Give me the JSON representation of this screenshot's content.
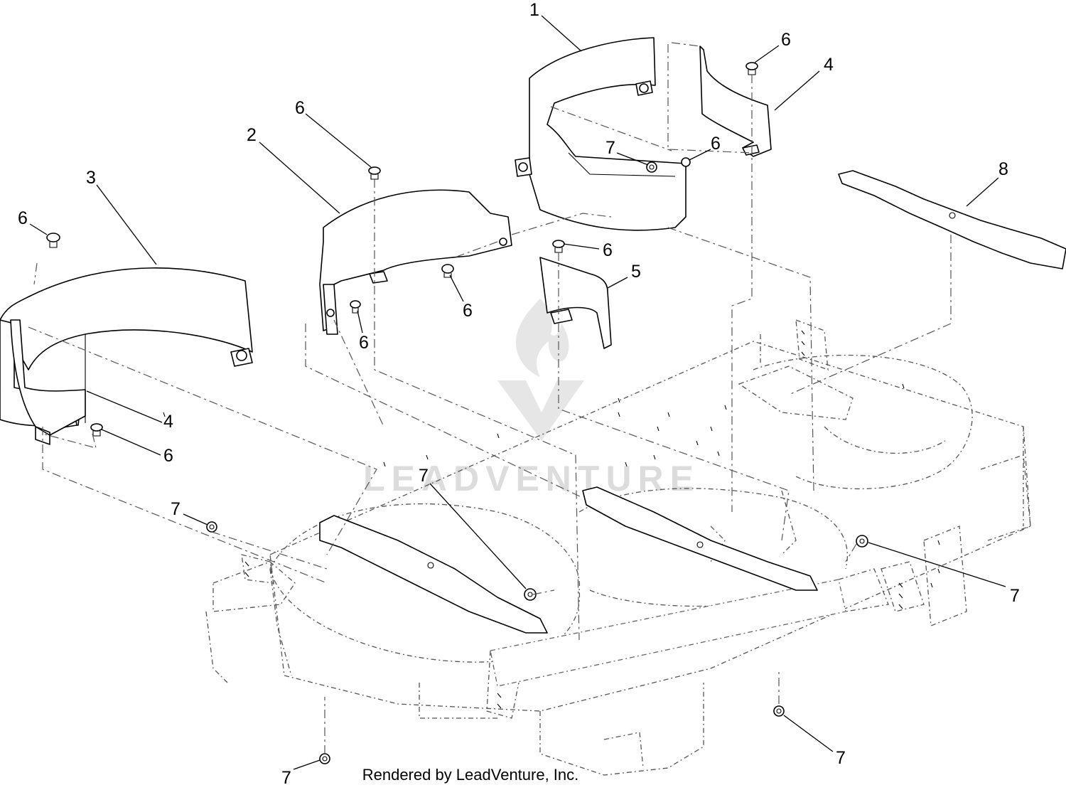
{
  "callouts": [
    {
      "id": "1",
      "label": "1"
    },
    {
      "id": "2",
      "label": "2"
    },
    {
      "id": "3",
      "label": "3"
    },
    {
      "id": "4a",
      "label": "4"
    },
    {
      "id": "4b",
      "label": "4"
    },
    {
      "id": "5",
      "label": "5"
    },
    {
      "id": "6a",
      "label": "6"
    },
    {
      "id": "6b",
      "label": "6"
    },
    {
      "id": "6c",
      "label": "6"
    },
    {
      "id": "6d",
      "label": "6"
    },
    {
      "id": "6e",
      "label": "6"
    },
    {
      "id": "6f",
      "label": "6"
    },
    {
      "id": "6g",
      "label": "6"
    },
    {
      "id": "6h",
      "label": "6"
    },
    {
      "id": "7a",
      "label": "7"
    },
    {
      "id": "7b",
      "label": "7"
    },
    {
      "id": "7c",
      "label": "7"
    },
    {
      "id": "7d",
      "label": "7"
    },
    {
      "id": "7e",
      "label": "7"
    },
    {
      "id": "7f",
      "label": "7"
    },
    {
      "id": "8",
      "label": "8"
    }
  ],
  "credit": "Rendered by LeadVenture, Inc.",
  "watermark": {
    "text": "LEADVENTURE",
    "color": "#dcdcdc",
    "icon": "flame-logo-icon"
  }
}
